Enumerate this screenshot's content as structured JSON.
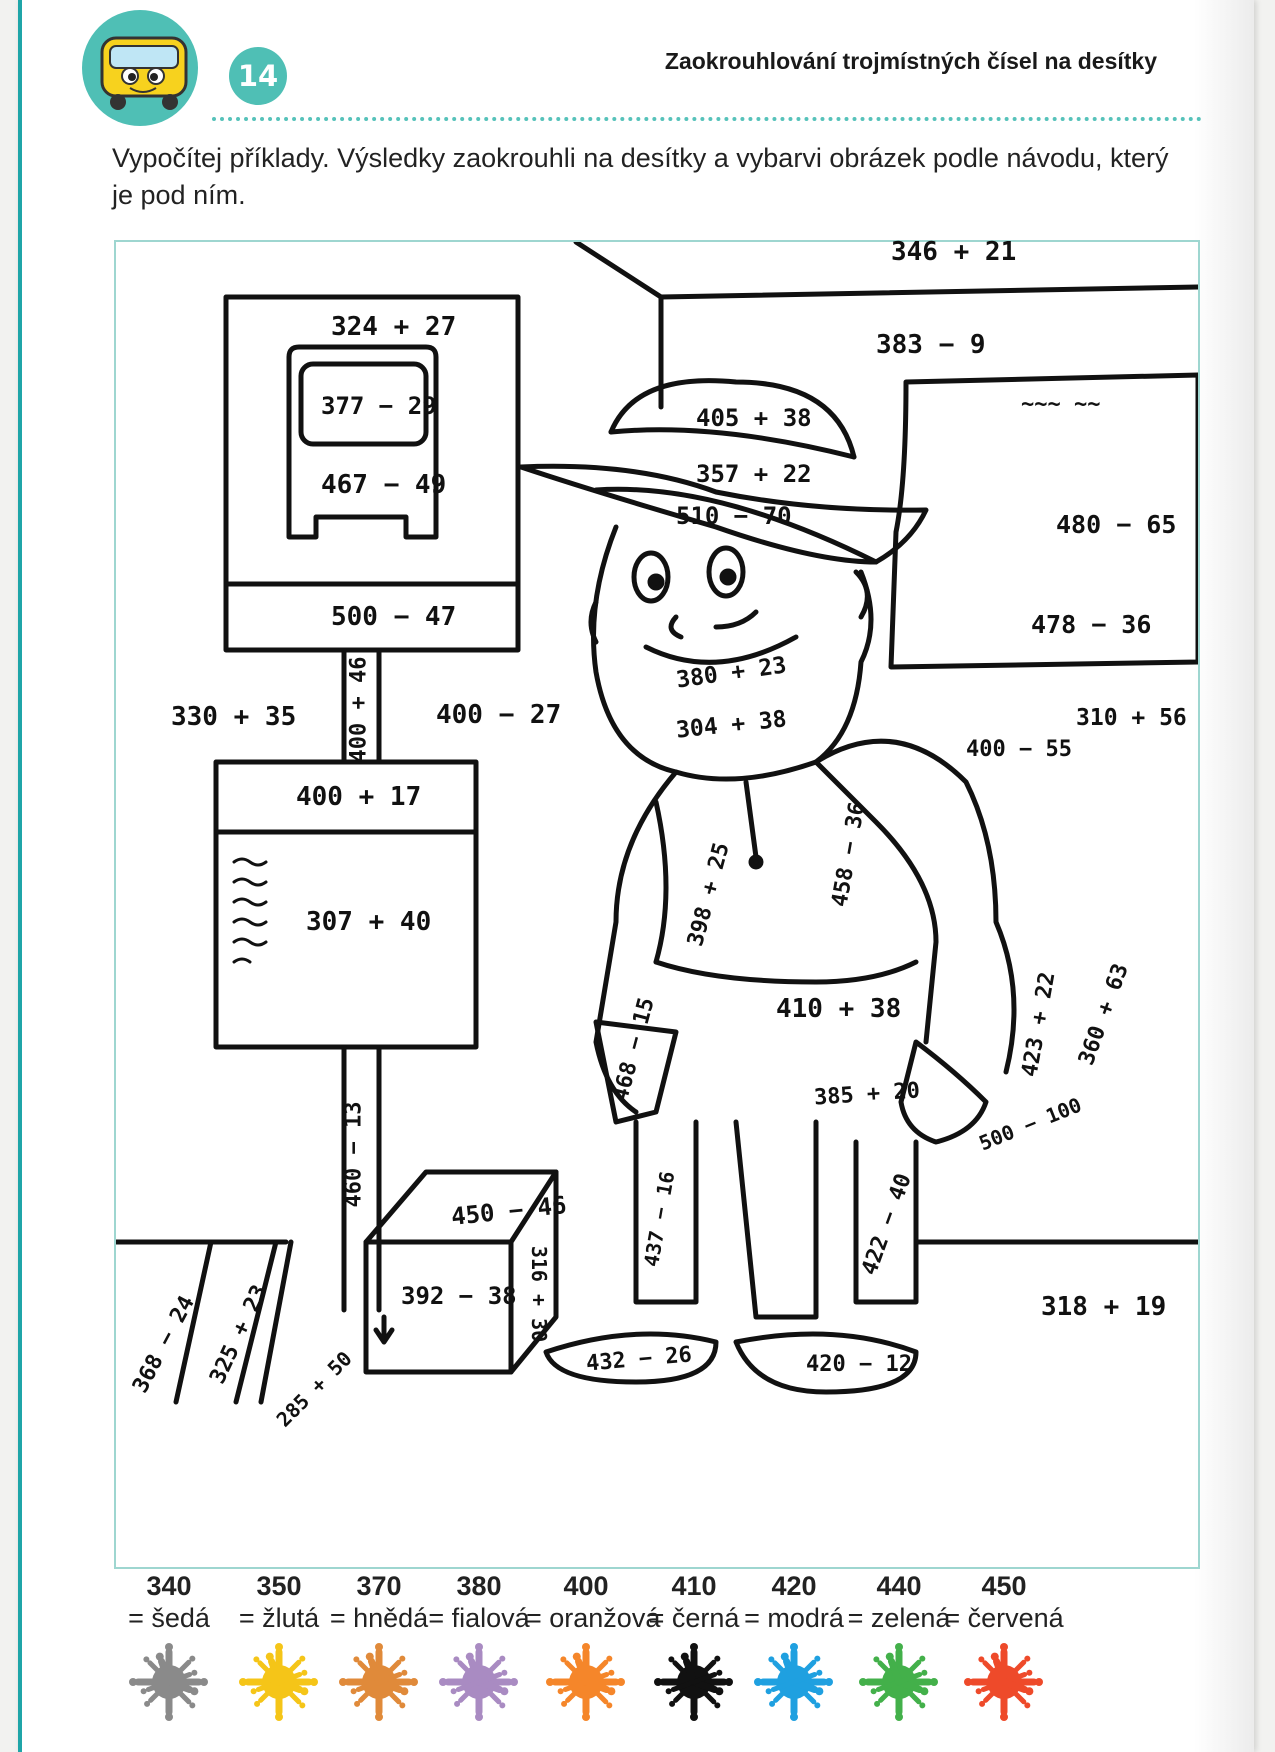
{
  "header": {
    "lesson_number": "14",
    "chapter_title": "Zaokrouhlování trojmístných čísel na desítky"
  },
  "instructions": "Vypočítej příklady. Výsledky zaokrouhli na desítky a vybarvi obrázek podle návodu, který je pod ním.",
  "picture": {
    "expressions": [
      "346 + 21",
      "383 − 9",
      "324 + 27",
      "377 − 29",
      "467 − 49",
      "500 − 47",
      "405 + 38",
      "357 + 22",
      "510 − 70",
      "480 − 65",
      "478 − 36",
      "380 + 23",
      "304 + 38",
      "330 + 35",
      "400 + 46",
      "400 − 27",
      "310 + 56",
      "400 − 55",
      "400 + 17",
      "307 + 40",
      "398 + 25",
      "458 − 36",
      "423 + 22",
      "360 + 63",
      "410 + 38",
      "468 − 15",
      "385 + 20",
      "500 − 100",
      "460 − 13",
      "450 − 46",
      "392 − 38",
      "316 + 30",
      "437 − 16",
      "422 − 40",
      "318 + 19",
      "368 − 24",
      "325 + 23",
      "285 + 50",
      "432 − 26",
      "420 − 12"
    ],
    "scribbles": [
      "~~~ ~~"
    ]
  },
  "legend": [
    {
      "value": "340",
      "color_label": "= šedá",
      "hex": "#8a8a8a"
    },
    {
      "value": "350",
      "color_label": "= žlutá",
      "hex": "#f5c518"
    },
    {
      "value": "370",
      "color_label": "= hnědá",
      "hex": "#e08a3a"
    },
    {
      "value": "380",
      "color_label": "= fialová",
      "hex": "#a98bc2"
    },
    {
      "value": "400",
      "color_label": "= oranžová",
      "hex": "#f5862a"
    },
    {
      "value": "410",
      "color_label": "= černá",
      "hex": "#111111"
    },
    {
      "value": "420",
      "color_label": "= modrá",
      "hex": "#1fa0e0"
    },
    {
      "value": "440",
      "color_label": "= zelená",
      "hex": "#43b04a"
    },
    {
      "value": "450",
      "color_label": "= červená",
      "hex": "#ee4a2a"
    }
  ]
}
